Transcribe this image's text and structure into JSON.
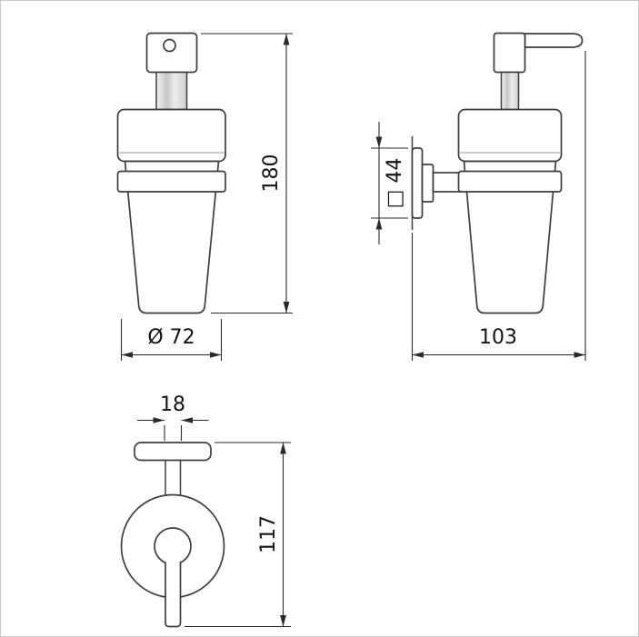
{
  "page": {
    "background": "#ffffff",
    "border_color": "#c9c9c9",
    "line_color": "#3d3d3d",
    "dim_color": "#2a2a2a",
    "text_color": "#141414"
  },
  "dimensions": {
    "height": {
      "label": "180"
    },
    "diameter": {
      "label": "Ø 72"
    },
    "rosette": {
      "label": "□ 44"
    },
    "depth": {
      "label": "103"
    },
    "arm_width": {
      "label": "18"
    },
    "total_depth": {
      "label": "117"
    }
  }
}
